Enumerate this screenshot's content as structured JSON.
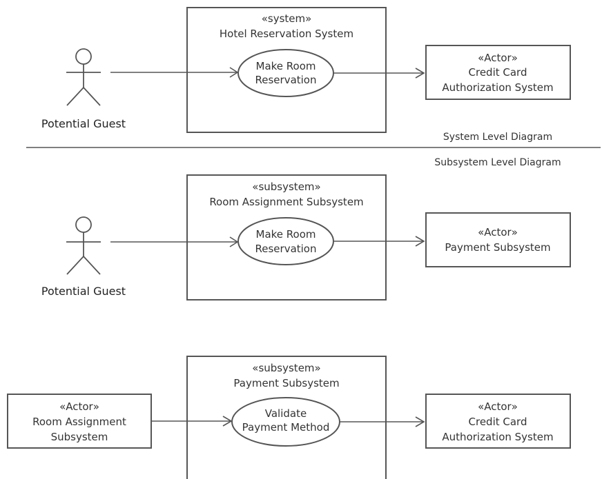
{
  "system_diagram": {
    "system_box": {
      "stereotype": "«system»",
      "name": "Hotel Reservation System"
    },
    "use_case": {
      "line1": "Make Room",
      "line2": "Reservation"
    },
    "actor": {
      "label": "Potential Guest"
    },
    "external_actor": {
      "stereotype": "«Actor»",
      "line1": "Credit Card",
      "line2": "Authorization System"
    }
  },
  "divider": {
    "above_label": "System Level Diagram",
    "below_label": "Subsystem Level Diagram"
  },
  "room_subsystem_diagram": {
    "subsystem_box": {
      "stereotype": "«subsystem»",
      "name": "Room Assignment Subsystem"
    },
    "use_case": {
      "line1": "Make Room",
      "line2": "Reservation"
    },
    "actor": {
      "label": "Potential Guest"
    },
    "external_actor": {
      "stereotype": "«Actor»",
      "line1": "Payment Subsystem"
    }
  },
  "payment_subsystem_diagram": {
    "subsystem_box": {
      "stereotype": "«subsystem»",
      "name": "Payment Subsystem"
    },
    "use_case": {
      "line1": "Validate",
      "line2": "Payment Method"
    },
    "left_actor": {
      "stereotype": "«Actor»",
      "line1": "Room Assignment",
      "line2": "Subsystem"
    },
    "external_actor": {
      "stereotype": "«Actor»",
      "line1": "Credit Card",
      "line2": "Authorization System"
    }
  }
}
